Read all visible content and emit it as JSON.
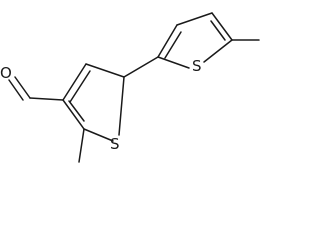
{
  "molecule": {
    "atoms": {
      "oxygen": "O",
      "sulfur_left": "S",
      "sulfur_right": "S"
    }
  }
}
